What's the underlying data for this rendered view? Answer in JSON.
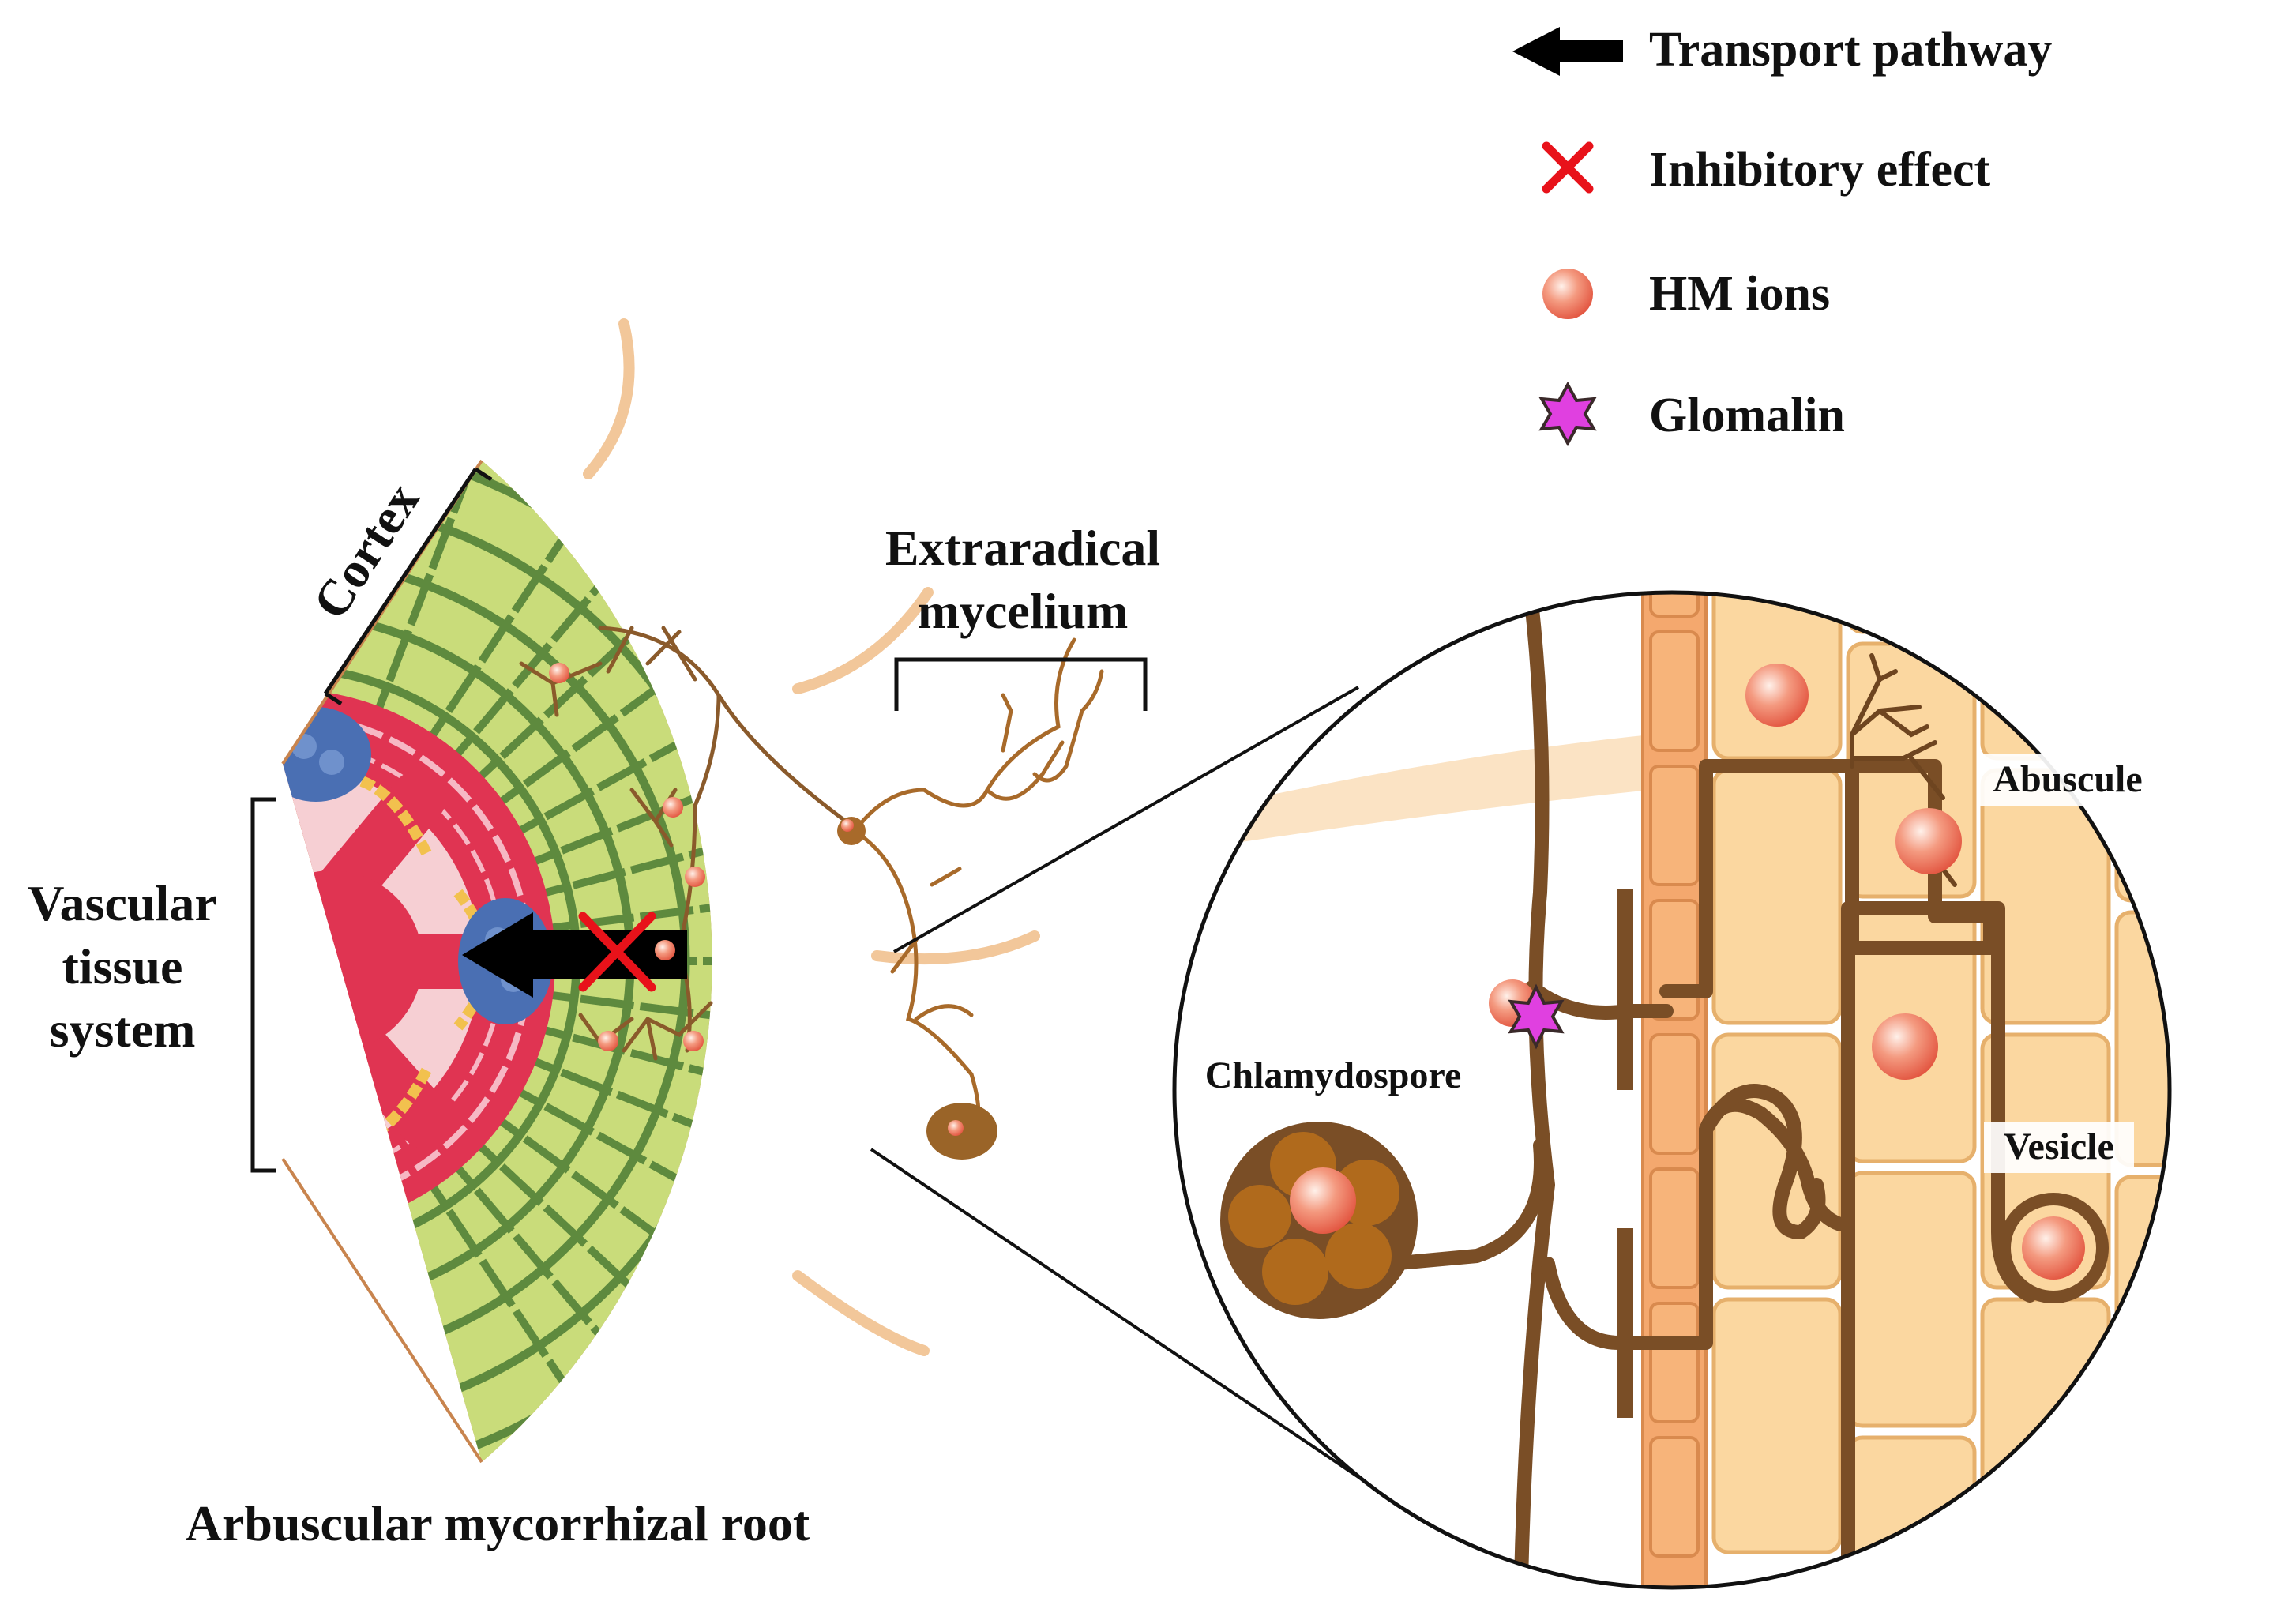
{
  "legend": {
    "transport": "Transport pathway",
    "inhibitory": "Inhibitory effect",
    "hm_ions": "HM ions",
    "glomalin": "Glomalin"
  },
  "labels": {
    "cortex": "Cortex",
    "vascular_1": "Vascular",
    "vascular_2": "tissue",
    "vascular_3": "system",
    "extraradical_1": "Extraradical",
    "extraradical_2": "mycelium",
    "root_caption": "Arbuscular mycorrhizal root",
    "chlamydospore": "Chlamydospore",
    "abuscule": "Abuscule",
    "vesicle": "Vesicle"
  },
  "colors": {
    "hypha": "#8a5a2b",
    "cortex_green": "#c9dc7a",
    "cell_border": "#5e8a3e",
    "stele_red": "#e03452",
    "phloem_blue": "#4a6fb3",
    "xylem_yellow": "#f2c14e",
    "epidermis": "#c8844e",
    "zoom_cell": "#fbd7a0",
    "hm_ion": "#f0806a",
    "glomalin": "#e040e0",
    "inhibit": "#e8121a"
  }
}
